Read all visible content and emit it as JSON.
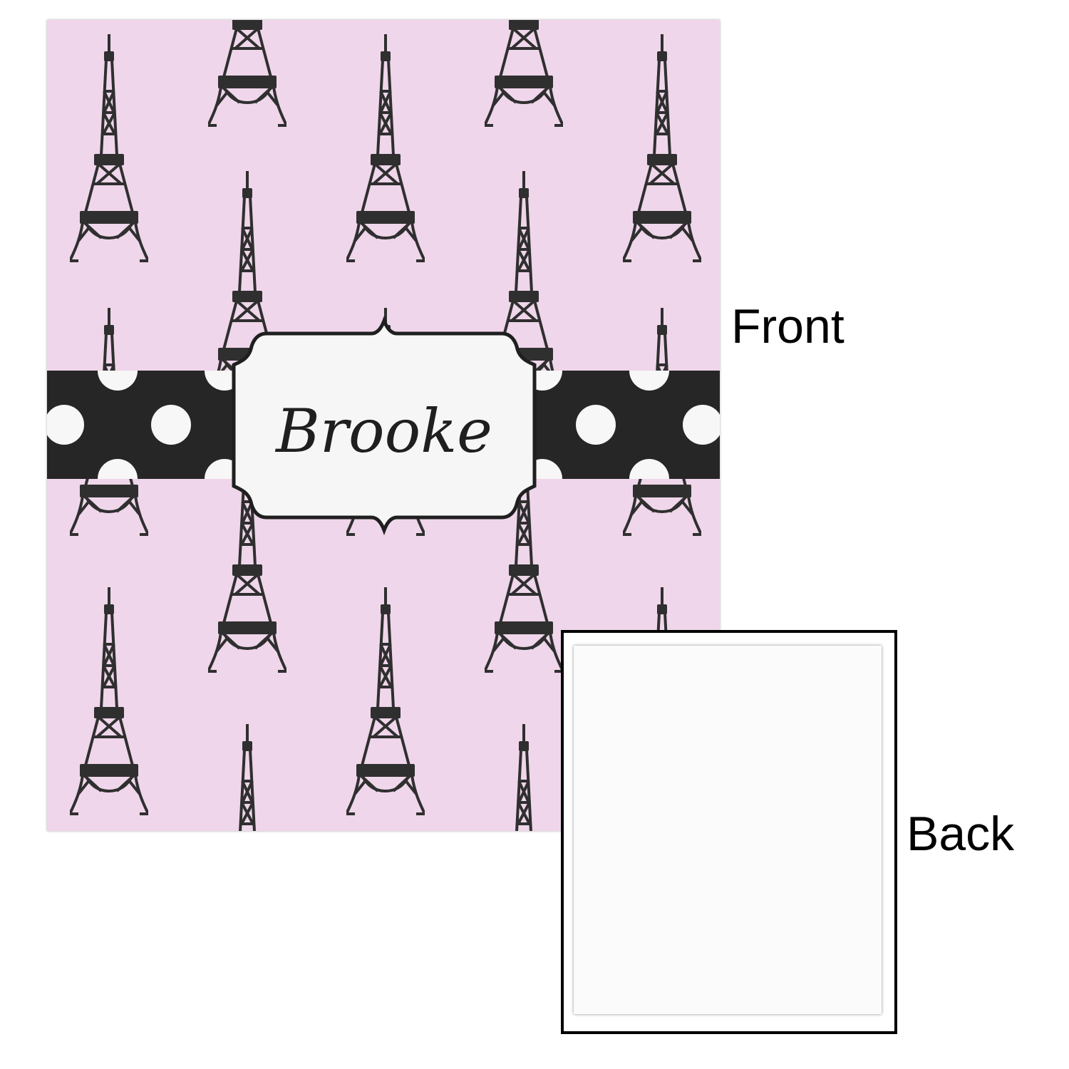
{
  "front": {
    "label": "Front",
    "personalized_name": "Brooke",
    "colors": {
      "background": "#efd6ea",
      "tower": "#2f2f2f",
      "band": "#262626",
      "dots": "#f7f7f7",
      "plaque": "#f6f6f6"
    },
    "pattern_icon": "eiffel-tower-icon",
    "band_pattern": "polka-dots"
  },
  "back": {
    "label": "Back",
    "colors": {
      "sheet": "#fbfbfb",
      "frame": "#000000"
    }
  }
}
